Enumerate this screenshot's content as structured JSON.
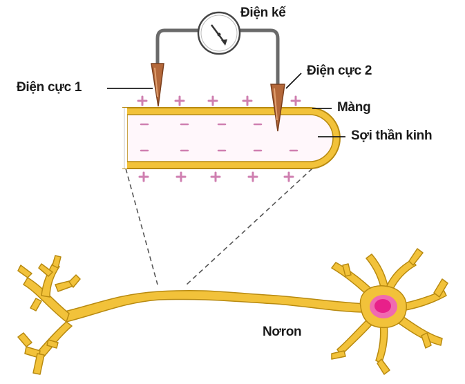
{
  "labels": {
    "galvanometer": "Điện kế",
    "electrode_1": "Điện cực 1",
    "electrode_2": "Điện cực 2",
    "membrane": "Màng",
    "nerve_fiber": "Sợi thần kinh",
    "neuron": "Nơron"
  },
  "colors": {
    "axon_fill": "#f2c23a",
    "axon_stroke": "#b88a10",
    "fiber_interior": "#fff7fb",
    "charge_marks": "#cf7fb0",
    "electrode": "#b4683a",
    "nucleus": "#e8208a",
    "soma_center": "#f06ab0",
    "wire": "#6a6a6a",
    "zoom_lines": "#555555"
  }
}
